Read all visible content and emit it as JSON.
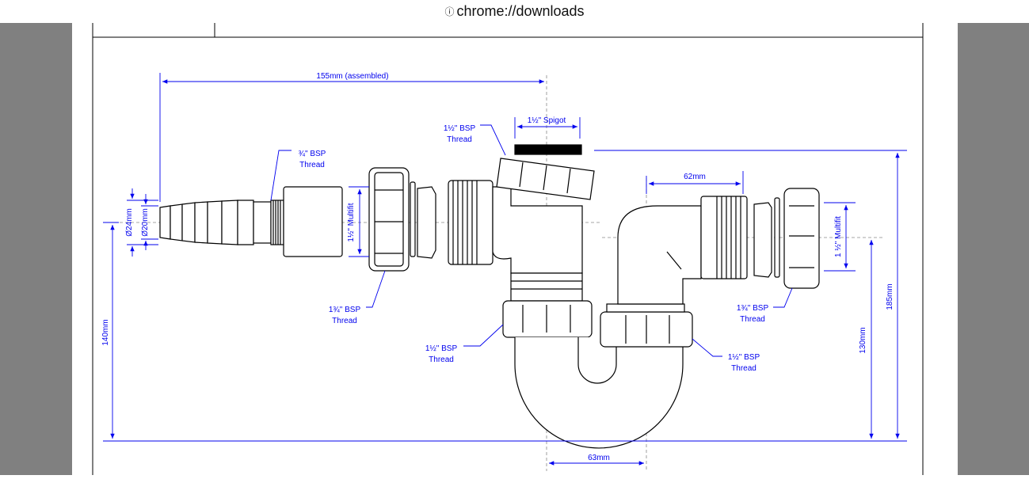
{
  "browser": {
    "url": "chrome://downloads",
    "info_icon": "info-circle-icon"
  },
  "drawing": {
    "dimensions": {
      "assembled_length": "155mm (assembled)",
      "spigot": "1½\" Spigot",
      "outlet_offset": "62mm",
      "dia_outer": "Ø24mm",
      "dia_inner": "Ø20mm",
      "multifit_left": "1½\" Multifit",
      "multifit_right": "1 ½\" Multifit",
      "height_140": "140mm",
      "height_130": "130mm",
      "height_185": "185mm",
      "trap_width": "63mm"
    },
    "callouts": {
      "hose_thread_line1": "¾\" BSP",
      "hose_thread_line2": "Thread",
      "top_thread_line1": "1½\" BSP",
      "top_thread_line2": "Thread",
      "left_nut_line1": "1¾\" BSP",
      "left_nut_line2": "Thread",
      "trap_left_line1": "1½\" BSP",
      "trap_left_line2": "Thread",
      "trap_right_line1": "1½\" BSP",
      "trap_right_line2": "Thread",
      "right_nut_line1": "1¾\" BSP",
      "right_nut_line2": "Thread"
    },
    "colors": {
      "dimension": "#0000ee",
      "outline": "#000000"
    }
  }
}
